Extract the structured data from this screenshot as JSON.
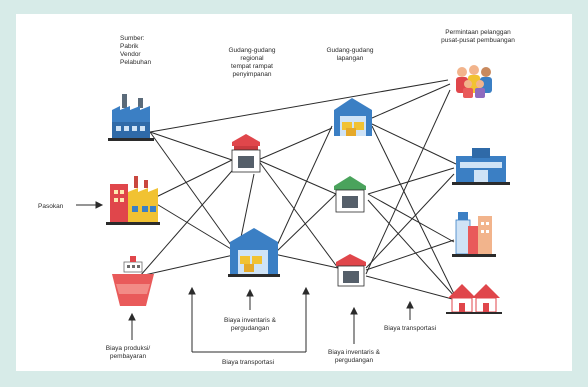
{
  "header_labels": {
    "sources": [
      "Sumber:",
      "Pabrik",
      "Vendor",
      "Pelabuhan"
    ],
    "regional": [
      "Gudang-gudang",
      "regional",
      "tempat rampat",
      "penyimpanan"
    ],
    "field": [
      "Gudang-gudang",
      "lapangan"
    ],
    "demand": [
      "Permintaan pelanggan",
      "pusat-pusat pembuangan"
    ]
  },
  "supply_label": "Pasokan",
  "cost_labels": {
    "production": [
      "Biaya produksi/",
      "pembayaran"
    ],
    "transport_left": "Biaya transportasi",
    "inventory_left": [
      "Biaya inventaris &",
      "pergudangan"
    ],
    "inventory_right": [
      "Biaya inventaris &",
      "pergudangan"
    ],
    "transport_right": "Biaya transportasi"
  },
  "colors": {
    "line": "#2b2b2b",
    "warehouse_blue": "#3b7fc4",
    "roof_red": "#e0464b",
    "roof_green": "#4aa35c",
    "box_yellow": "#f1c232",
    "frame_bg": "#d7ebe8"
  },
  "icons": [
    "factory-icon",
    "factory-icon",
    "ship-icon",
    "warehouse-icon",
    "warehouse-icon",
    "warehouse-icon",
    "warehouse-icon",
    "warehouse-icon",
    "people-icon",
    "store-icon",
    "building-icon",
    "house-icon"
  ]
}
